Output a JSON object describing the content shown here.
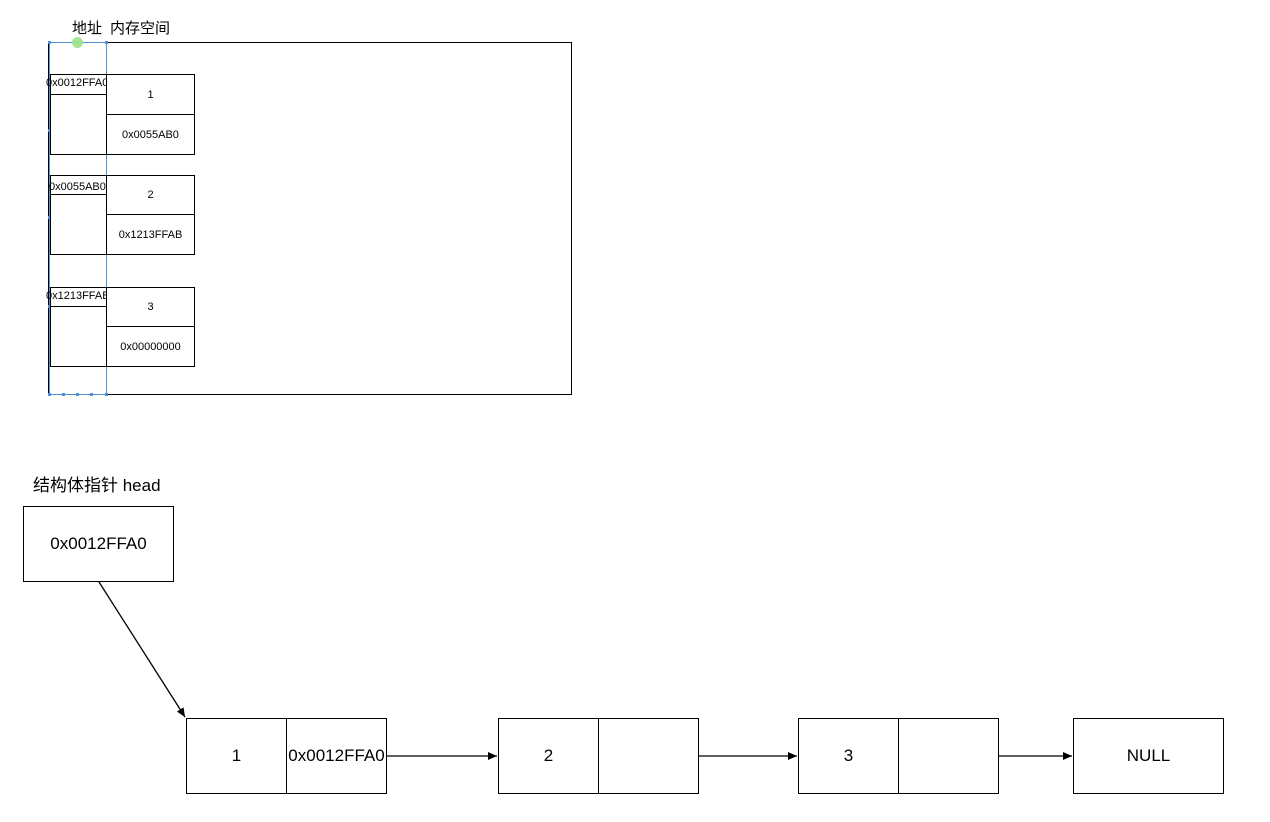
{
  "memory": {
    "address_header": "地址",
    "space_header": "内存空间",
    "nodes": [
      {
        "address": "0x0012FFA0",
        "data": "1",
        "next": "0x0055AB0"
      },
      {
        "address": "0x0055AB0",
        "data": "2",
        "next": "0x1213FFAB"
      },
      {
        "address": "0x1213FFAB",
        "data": "3",
        "next": "0x00000000"
      }
    ]
  },
  "head": {
    "label": "结构体指针 head",
    "value": "0x0012FFA0"
  },
  "list": {
    "nodes": [
      {
        "data": "1",
        "next": "0x0012FFA0"
      },
      {
        "data": "2",
        "next": ""
      },
      {
        "data": "3",
        "next": ""
      }
    ],
    "terminal": "NULL"
  },
  "colors": {
    "line": "#000000",
    "selection": "#4f8fd6",
    "handle_green": "#9be28a"
  }
}
